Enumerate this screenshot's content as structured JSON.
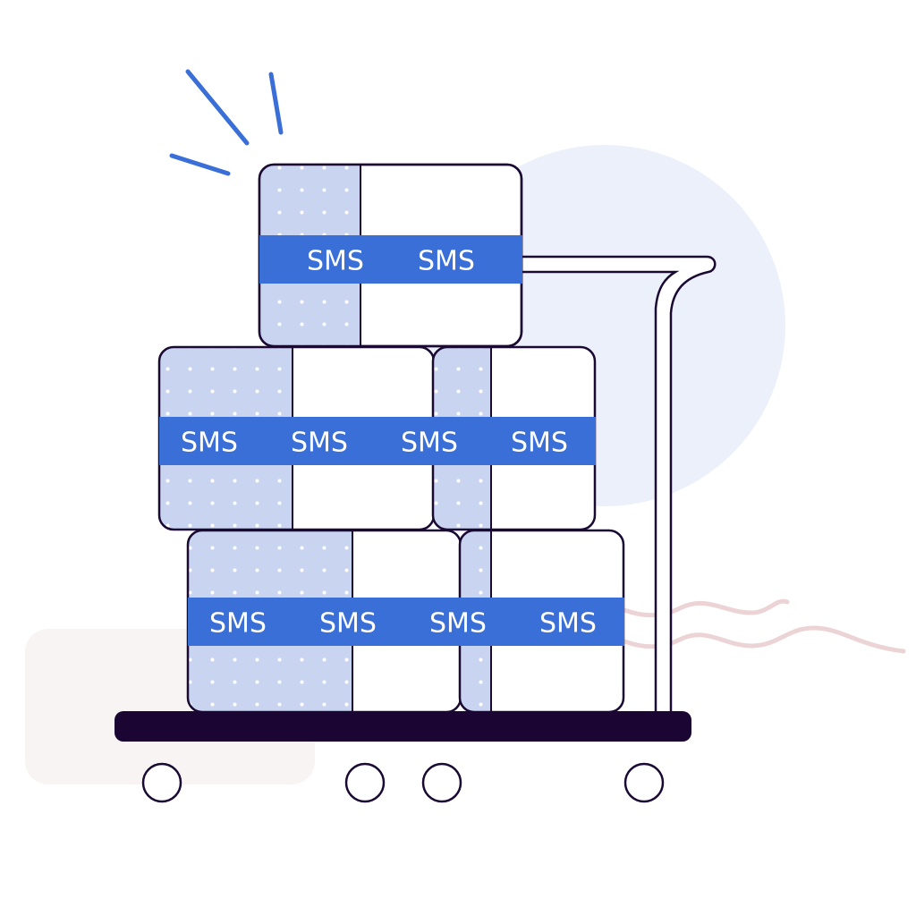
{
  "illustration": {
    "subject": "Cart loaded with SMS boxes",
    "colors": {
      "band": "#3a6fd8",
      "shade": "#c9d5f0",
      "outline": "#1a0a33",
      "bg_circle": "#ecf0fb",
      "bg_rect": "#f8f4f4",
      "waves": "#ecd4d6",
      "burst": "#3a6fd8"
    },
    "boxes": {
      "top": {
        "labels": [
          "SMS",
          "SMS"
        ]
      },
      "middle": {
        "labels": [
          "SMS",
          "SMS",
          "SMS",
          "SMS"
        ]
      },
      "bottom": {
        "labels": [
          "SMS",
          "SMS",
          "SMS",
          "SMS"
        ]
      }
    },
    "wheel_count": 4
  }
}
